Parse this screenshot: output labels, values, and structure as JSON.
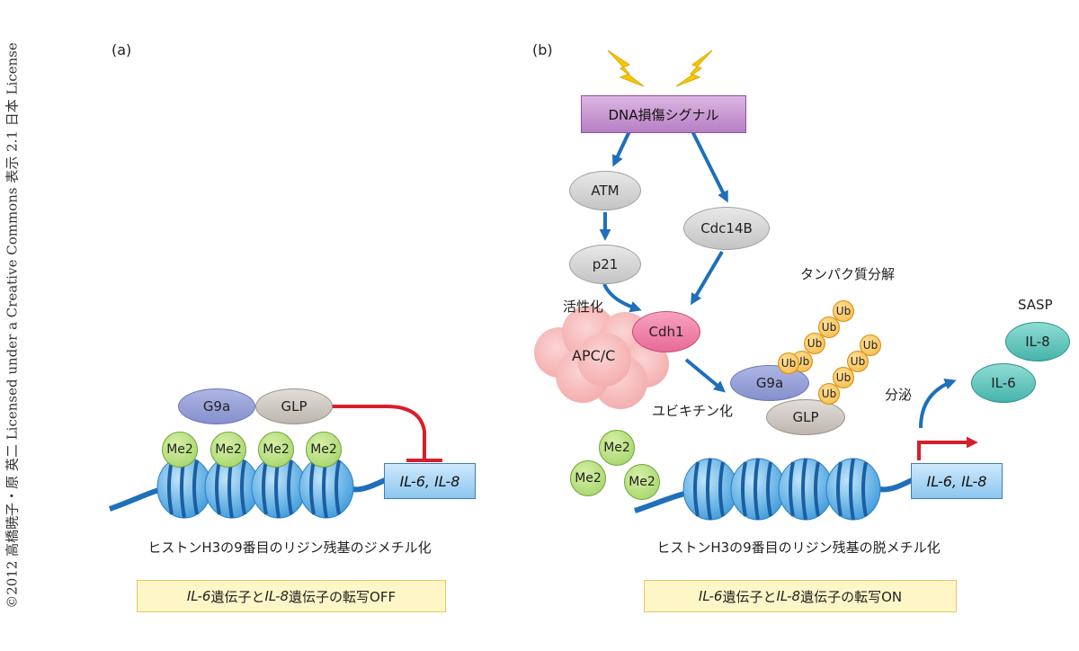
{
  "credit": "©2012 高橋暁子・原 英二 Licensed under a Creative Commons 表示 2.1 日本 License",
  "panel_a": {
    "label": "(a)",
    "g9a": "G9a",
    "glp": "GLP",
    "me2": [
      "Me2",
      "Me2",
      "Me2",
      "Me2"
    ],
    "gene": "IL-6, IL-8",
    "caption": "ヒストンH3の9番目のリジン残基のジメチル化",
    "status": {
      "gene_a": "IL-6",
      "mid": "遺伝子と",
      "gene_b": "IL-8",
      "end": "遺伝子の転写OFF"
    }
  },
  "panel_b": {
    "label": "(b)",
    "dna_signal": "DNA損傷シグナル",
    "atm": "ATM",
    "cdc14b": "Cdc14B",
    "p21": "p21",
    "activation": "活性化",
    "cdh1": "Cdh1",
    "apcc": "APC/C",
    "ubiquitination": "ユビキチン化",
    "g9a": "G9a",
    "glp": "GLP",
    "ub": [
      "Ub",
      "Ub",
      "Ub",
      "Ub",
      "Ub",
      "Ub",
      "Ub",
      "Ub",
      "Ub"
    ],
    "degradation": "タンパク質分解",
    "secretion": "分泌",
    "sasp": "SASP",
    "il8": "IL-8",
    "il6": "IL-6",
    "me2": [
      "Me2",
      "Me2",
      "Me2"
    ],
    "gene": "IL-6, IL-8",
    "caption": "ヒストンH3の9番目のリジン残基の脱メチル化",
    "status": {
      "gene_a": "IL-6",
      "mid": "遺伝子と",
      "gene_b": "IL-8",
      "end": "遺伝子の転写ON"
    }
  },
  "colors": {
    "arrow_blue": "#1f6fba",
    "inhibit_red": "#d81e2a",
    "dna_blue": "#1f6fba",
    "nucleosome": "#5aaee6",
    "lightning": "#f6c800"
  }
}
